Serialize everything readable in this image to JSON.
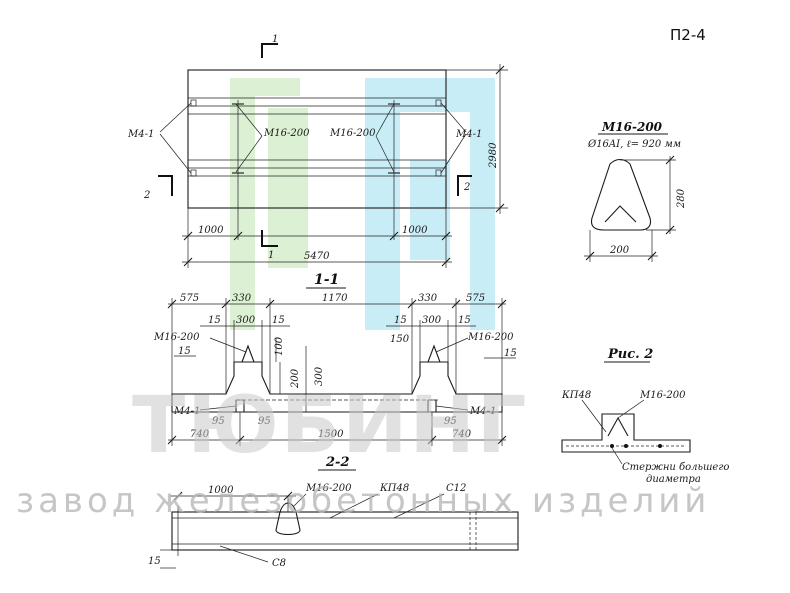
{
  "sheet": {
    "code": "П2-4"
  },
  "watermark": {
    "brand": "ТЮБИНГ",
    "subtitle": "завод железобетонных изделий"
  },
  "colors": {
    "logo_green": "#d8efcf",
    "logo_cyan": "#c6ecf7",
    "line": "#1a1a1a"
  },
  "plan": {
    "section_mark_top": "1",
    "section_mark_bottom": "1",
    "section_mark_left": "2",
    "section_mark_right": "2",
    "loop_label_left": "M4-1",
    "loop_label_right": "M4-1",
    "mesh_label_left": "M16-200",
    "mesh_label_right": "M16-200",
    "dim_height": "2980",
    "dim_left": "1000",
    "dim_right": "1000",
    "dim_total": "5470"
  },
  "detail": {
    "title": "M16-200",
    "subtitle": "Ø16AI, ℓ= 920 мм",
    "dim_height": "280",
    "dim_width": "200"
  },
  "section1": {
    "title": "1-1",
    "dims_top": [
      "575",
      "330",
      "1170",
      "330",
      "575"
    ],
    "dims_sub": [
      "15",
      "300",
      "15",
      "15",
      "300",
      "15"
    ],
    "mesh_left": "M16-200",
    "mesh_right": "M16-200",
    "dim_100": "100",
    "dim_150": "150",
    "dim_15_left": "15",
    "dim_15_right": "15",
    "dim_200": "200",
    "dim_300": "300",
    "loop_left": "M4-1",
    "loop_right": "M4-1",
    "dim_95": [
      "95",
      "95",
      "95"
    ],
    "dims_bottom": [
      "740",
      "1500",
      "740"
    ]
  },
  "figure2": {
    "title": "Рис. 2",
    "label_kp": "КП48",
    "label_mesh": "M16-200",
    "label_bars_line1": "Стержни большего",
    "label_bars_line2": "диаметра"
  },
  "section2": {
    "title": "2-2",
    "dim_1000": "1000",
    "mesh": "M16-200",
    "kp": "КП48",
    "c12": "C12",
    "c8": "C8",
    "dim_15": "15"
  }
}
